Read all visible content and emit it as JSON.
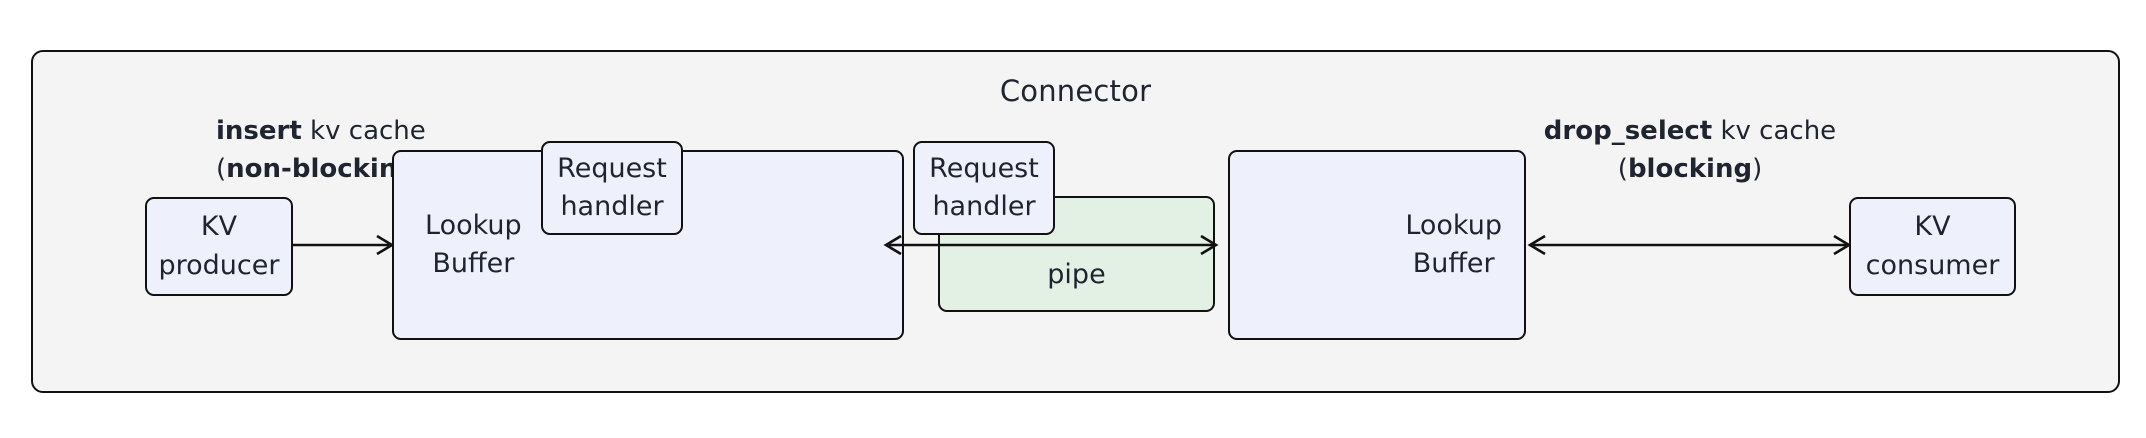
{
  "diagram": {
    "title": "Connector",
    "colors": {
      "container_fill": "#f4f4f4",
      "node_fill": "#eef1fb",
      "pipe_fill": "#e3f0e4",
      "stroke": "#111111",
      "text": "#1e2430"
    }
  },
  "nodes": {
    "kv_producer": "KV\nproducer",
    "kv_consumer": "KV\nconsumer",
    "lookup_buffer_left": "Lookup\nBuffer",
    "lookup_buffer_right": "Lookup\nBuffer",
    "request_handler_left": "Request\nhandler",
    "request_handler_right": "Request\nhandler",
    "pipe": "pipe"
  },
  "edges": {
    "insert": {
      "bold_1": "insert",
      "plain_1": " kv cache",
      "plain_2": "(",
      "bold_2": "non-blocking",
      "plain_3": ")",
      "direction": "producer-to-lookup-buffer",
      "arrowheads": "single-right"
    },
    "drop_select": {
      "bold_1": "drop_select",
      "plain_1": " kv cache",
      "plain_2": "(",
      "bold_2": "blocking",
      "plain_3": ")",
      "direction": "lookup-buffer-to-consumer",
      "arrowheads": "double"
    },
    "pipe_link": {
      "direction": "between-request-handlers",
      "arrowheads": "double"
    }
  }
}
